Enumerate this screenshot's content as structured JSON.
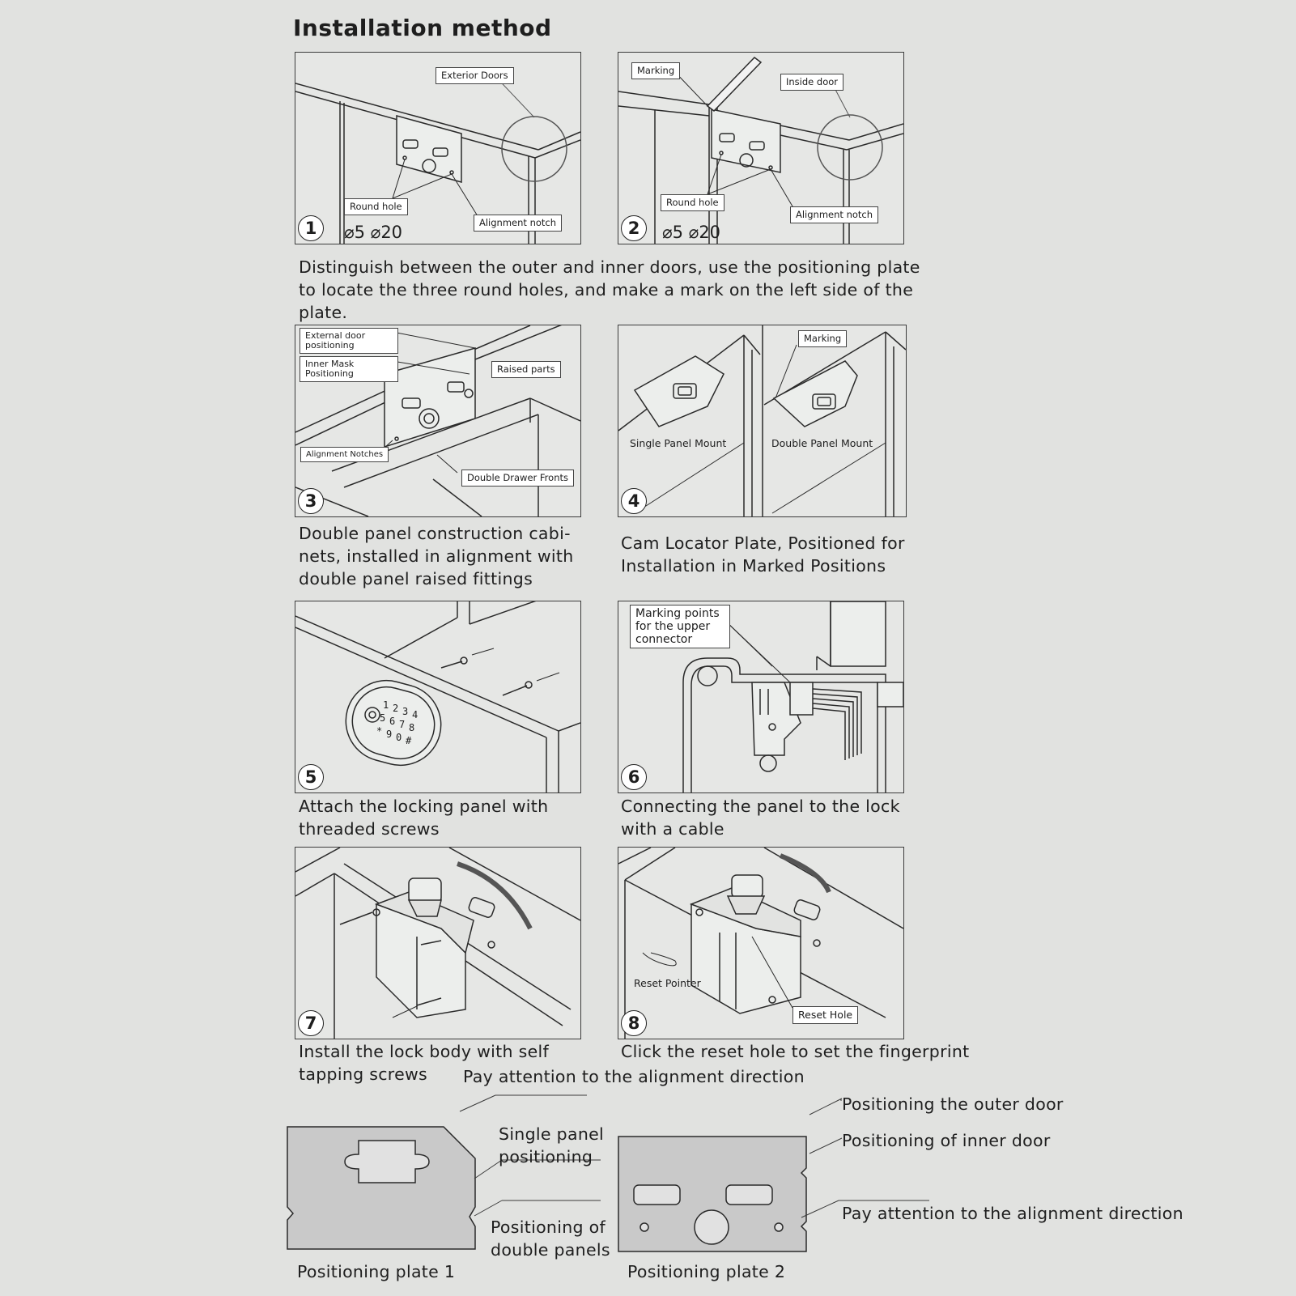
{
  "title": "Installation method",
  "steps": [
    {
      "number": "1",
      "labels": {
        "exterior": "Exterior Doors",
        "round_hole": "Round hole",
        "alignment": "Alignment notch"
      },
      "dims": "⌀5 ⌀20"
    },
    {
      "number": "2",
      "labels": {
        "marking": "Marking",
        "inside": "Inside door",
        "round_hole": "Round hole",
        "alignment": "Alignment notch"
      },
      "dims": "⌀5 ⌀20"
    },
    {
      "number": "3",
      "labels": {
        "external": "External door positioning",
        "inner": "Inner Mask Positioning",
        "raised": "Raised parts",
        "notches": "Alignment Notches",
        "fronts": "Double Drawer Fronts"
      }
    },
    {
      "number": "4",
      "labels": {
        "marking": "Marking",
        "single": "Single Panel Mount",
        "double": "Double Panel Mount"
      }
    },
    {
      "number": "5",
      "keypad": [
        "1",
        "2",
        "3",
        "4",
        "5",
        "6",
        "7",
        "8",
        "*",
        "9",
        "0",
        "#"
      ]
    },
    {
      "number": "6",
      "labels": {
        "marking_points": "Marking points for the upper connector"
      }
    },
    {
      "number": "7"
    },
    {
      "number": "8",
      "labels": {
        "reset_pointer": "Reset Pointer",
        "reset_hole": "Reset Hole"
      }
    }
  ],
  "captions": {
    "c12": "Distinguish between the outer and inner doors, use the positioning plate to locate the three round holes, and make a mark on the left side of the plate.",
    "c3": "Double panel construction cabi-nets, installed in alignment with double panel raised fittings",
    "c4": "Cam Locator Plate, Positioned for Installation in Marked Positions",
    "c5": "Attach the locking panel with threaded screws",
    "c6": "Connecting the panel to the lock with a cable",
    "c7": "Install the lock body with self tapping screws",
    "c8": "Click the reset hole to set the fingerprint"
  },
  "plates": {
    "align_top": "Pay attention to the alignment direction",
    "single_panel": "Single panel positioning",
    "double_panels": "Positioning of double panels",
    "plate1": "Positioning plate 1",
    "plate2": "Positioning plate 2",
    "outer_door": "Positioning the outer door",
    "inner_door": "Positioning of inner door",
    "align_right": "Pay attention to the alignment direction"
  }
}
